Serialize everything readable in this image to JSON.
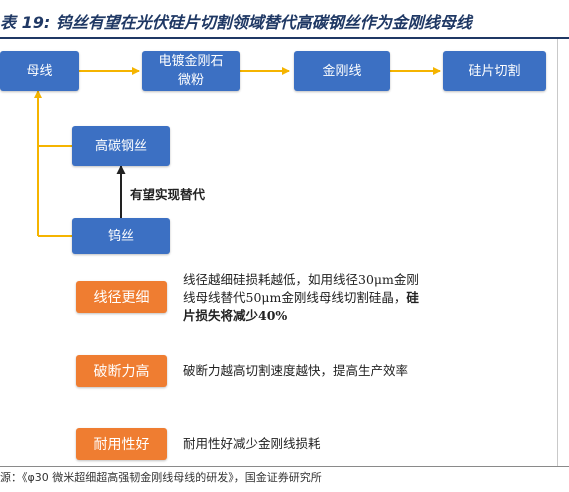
{
  "title": "表 19: 钨丝有望在光伏硅片切割领域替代高碳钢丝作为金刚线母线",
  "flow": {
    "mother_line": "母线",
    "plating_line1": "电镀金刚石",
    "plating_line2": "微粉",
    "diamond_wire": "金刚线",
    "wafer_cutting": "硅片切割",
    "high_carbon": "高碳钢丝",
    "tungsten": "钨丝",
    "replace_label": "有望实现替代"
  },
  "advantages": [
    {
      "label": "线径更细",
      "line1": "线径越细硅损耗越低，如用线径30μm金刚",
      "line2_normal": "线母线替代50μm金刚线母线切割硅晶，",
      "line2_bold": "硅",
      "line3_bold": "片损失将减少40%"
    },
    {
      "label": "破断力高",
      "text": "破断力越高切割速度越快，提高生产效率"
    },
    {
      "label": "耐用性好",
      "text": "耐用性好减少金刚线损耗"
    }
  ],
  "source": "源：《φ30 微米超细超高强韧金刚线母线的研发》，国金证券研究所",
  "colors": {
    "box_blue": "#3c70c3",
    "box_orange": "#ef7d31",
    "connector": "#f5b400",
    "title": "#1f3864"
  }
}
